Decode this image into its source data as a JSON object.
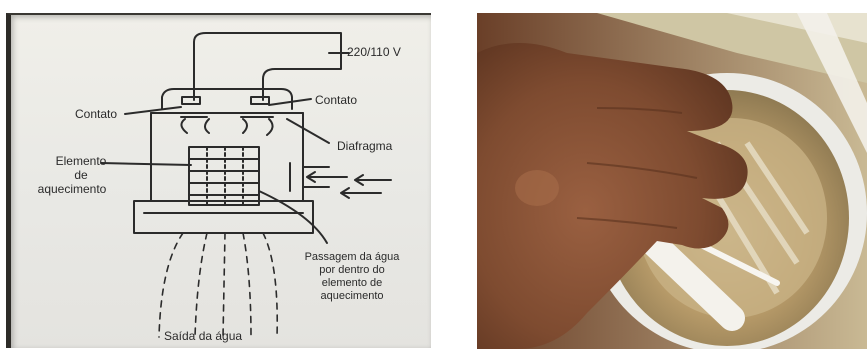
{
  "diagram": {
    "voltage": "220/110 V",
    "contato_left": "Contato",
    "contato_right": "Contato",
    "diafragma": "Diafragma",
    "elemento_lines": [
      "Elemento",
      "de",
      "aquecimento"
    ],
    "passagem_lines": [
      "Passagem da água",
      "por dentro do",
      "elemento de",
      "aquecimento"
    ],
    "saida": "Saída da água"
  },
  "colors": {
    "screen_bg": "#ebeae6",
    "ink": "#2b2b2b",
    "skin": "#8a5537",
    "plastic": "#f2efe8"
  }
}
